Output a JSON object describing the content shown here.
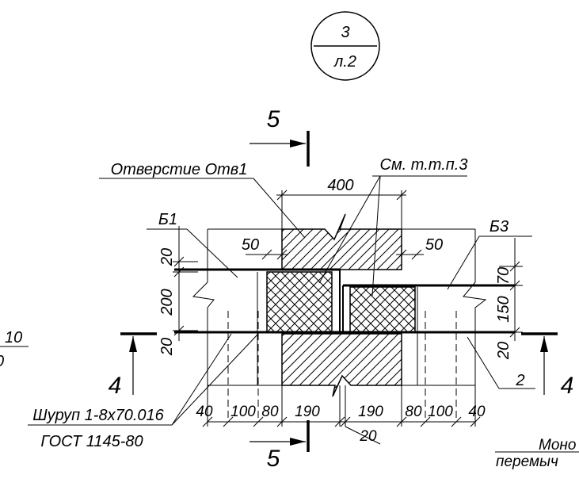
{
  "callout": {
    "number": "3",
    "sheet": "л.2"
  },
  "sections": {
    "top": "5",
    "bottom": "5",
    "left": "4",
    "right": "4"
  },
  "labels": {
    "opening": "Отверстие Отв1",
    "see_ttp": "См. т.т.п.3",
    "b1": "Б1",
    "b3": "Б3",
    "screw_line1": "Шуруп 1-8х70.016",
    "screw_line2": "ГОСТ 1145-80",
    "pos2": "2",
    "mono": "Моно",
    "lintel": "перемыч",
    "edge_num": "10",
    "edge_num2": "0"
  },
  "dims": {
    "d400": "400",
    "d50_left": "50",
    "d50_right": "50",
    "d20_top": "20",
    "d200": "200",
    "d20_bot": "20",
    "d70": "70",
    "d150": "150",
    "d20_right": "20",
    "b40a": "40",
    "b100a": "100",
    "b80a": "80",
    "b190a": "190",
    "b190b": "190",
    "b80b": "80",
    "b100b": "100",
    "b40b": "40",
    "b20": "20"
  }
}
